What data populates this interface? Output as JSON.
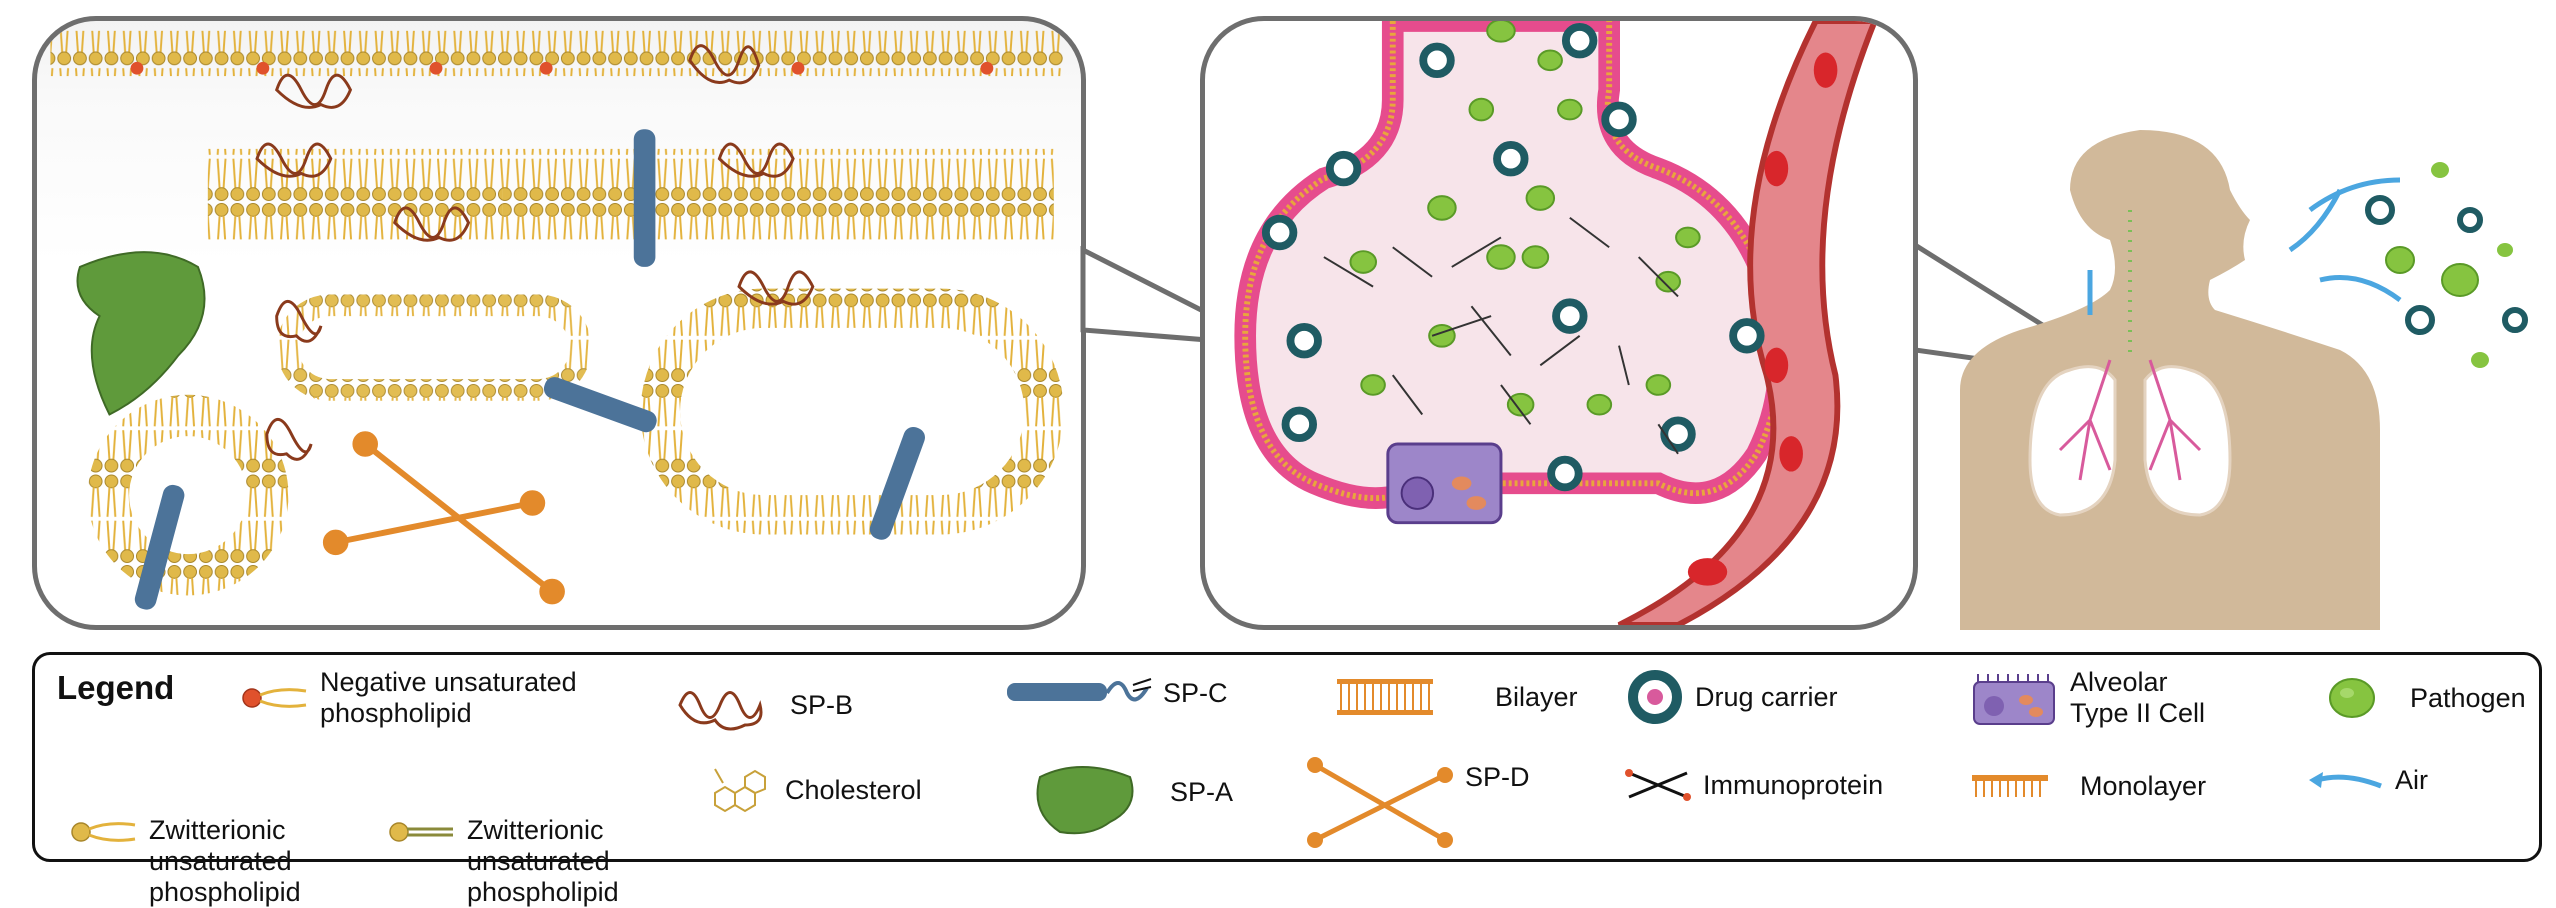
{
  "legend": {
    "title": "Legend",
    "items": [
      {
        "key": "neg_lipid",
        "label": "Negative unsaturated\nphospholipid"
      },
      {
        "key": "zw_lipid_1",
        "label": "Zwitterionic\nunsaturated\nphospholipid"
      },
      {
        "key": "zw_lipid_2",
        "label": "Zwitterionic\nunsaturated\nphospholipid"
      },
      {
        "key": "sp_b",
        "label": "SP-B"
      },
      {
        "key": "cholesterol",
        "label": "Cholesterol"
      },
      {
        "key": "sp_c",
        "label": "SP-C"
      },
      {
        "key": "sp_a",
        "label": "SP-A"
      },
      {
        "key": "bilayer",
        "label": "Bilayer"
      },
      {
        "key": "sp_d",
        "label": "SP-D"
      },
      {
        "key": "drug_carrier",
        "label": "Drug carrier"
      },
      {
        "key": "immunoprotein",
        "label": "Immunoprotein"
      },
      {
        "key": "at2_cell",
        "label": "Alveolar\nType II Cell"
      },
      {
        "key": "monolayer",
        "label": "Monolayer"
      },
      {
        "key": "pathogen",
        "label": "Pathogen"
      },
      {
        "key": "air",
        "label": "Air"
      }
    ]
  },
  "colors": {
    "lipid_head": "#e0b94a",
    "lipid_neg_head": "#e0512c",
    "lipid_tail": "#e3b23c",
    "sp_b": "#8a3a1c",
    "sp_c": "#4c7399",
    "sp_a": "#5f9a3b",
    "sp_d": "#e38a2b",
    "alveolar_wall": "#e64c8d",
    "vessel": "#c8403e",
    "rbc": "#d8262b",
    "carrier_ring": "#1f5b63",
    "pathogen": "#86c440",
    "at2_cell": "#9d86c9",
    "air_arrow": "#4ba6e0",
    "body": "#d1b99a"
  }
}
